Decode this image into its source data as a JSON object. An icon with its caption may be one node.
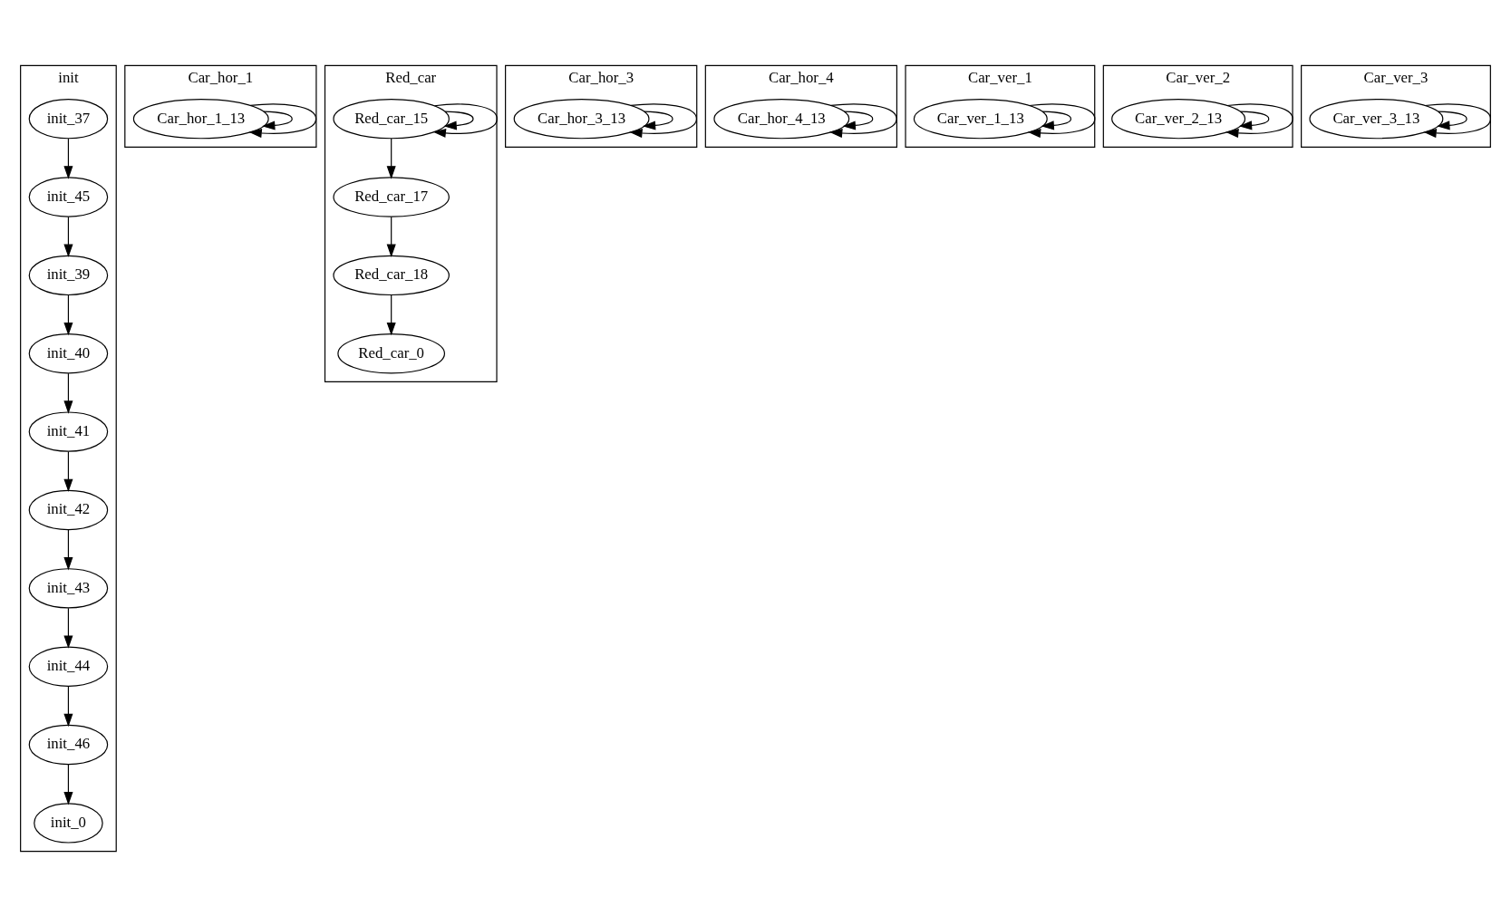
{
  "diagram": {
    "nodes": [
      {
        "text": [
          "init"
        ]
      },
      {
        "text": [
          "init_37"
        ],
        "in": 0
      },
      {
        "text": [
          "init_45"
        ],
        "in": 0
      },
      {
        "text": [
          "init_39"
        ],
        "in": 0
      },
      {
        "text": [
          "init_40"
        ],
        "in": 0
      },
      {
        "text": [
          "init_41"
        ],
        "in": 0
      },
      {
        "text": [
          "init_42"
        ],
        "in": 0
      },
      {
        "text": [
          "init_43"
        ],
        "in": 0
      },
      {
        "text": [
          "init_44"
        ],
        "in": 0
      },
      {
        "text": [
          "init_46"
        ],
        "in": 0
      },
      {
        "text": [
          "init_0"
        ],
        "in": 0
      },
      {
        "text": [
          "Car_hor_1"
        ]
      },
      {
        "text": [
          "Car_hor_1_13"
        ],
        "in": 11
      },
      {
        "text": [
          "Red_car"
        ]
      },
      {
        "text": [
          "Red_car_15"
        ],
        "in": 13
      },
      {
        "text": [
          "Red_car_17"
        ],
        "in": 13
      },
      {
        "text": [
          "Red_car_18"
        ],
        "in": 13
      },
      {
        "text": [
          "Red_car_0"
        ],
        "in": 13
      },
      {
        "text": [
          "Car_hor_3"
        ]
      },
      {
        "text": [
          "Car_hor_3_13"
        ],
        "in": 18
      },
      {
        "text": [
          "Car_hor_4"
        ]
      },
      {
        "text": [
          "Car_hor_4_13"
        ],
        "in": 20
      },
      {
        "text": [
          "Car_ver_1"
        ]
      },
      {
        "text": [
          "Car_ver_1_13"
        ],
        "in": 22
      },
      {
        "text": [
          "Car_ver_2"
        ]
      },
      {
        "text": [
          "Car_ver_2_13"
        ],
        "in": 24
      },
      {
        "text": [
          "Car_ver_3"
        ]
      },
      {
        "text": [
          "Car_ver_3_13"
        ],
        "in": 26
      }
    ],
    "edges": [
      {
        "from": 1,
        "to": 2,
        "arrow": "to"
      },
      {
        "from": 2,
        "to": 3,
        "arrow": "to"
      },
      {
        "from": 3,
        "to": 4,
        "arrow": "to"
      },
      {
        "from": 4,
        "to": 5,
        "arrow": "to"
      },
      {
        "from": 5,
        "to": 6,
        "arrow": "to"
      },
      {
        "from": 6,
        "to": 7,
        "arrow": "to"
      },
      {
        "from": 7,
        "to": 8,
        "arrow": "to"
      },
      {
        "from": 8,
        "to": 9,
        "arrow": "to"
      },
      {
        "from": 9,
        "to": 10,
        "arrow": "to"
      },
      {
        "from": 12,
        "to": 12,
        "arrow": "to"
      },
      {
        "from": 12,
        "to": 12,
        "arrow": "to"
      },
      {
        "from": 14,
        "to": 14,
        "arrow": "to"
      },
      {
        "from": 14,
        "to": 14,
        "arrow": "to"
      },
      {
        "from": 14,
        "to": 15,
        "arrow": "to"
      },
      {
        "from": 15,
        "to": 16,
        "arrow": "to"
      },
      {
        "from": 16,
        "to": 17,
        "arrow": "to"
      },
      {
        "from": 19,
        "to": 19,
        "arrow": "to"
      },
      {
        "from": 19,
        "to": 19,
        "arrow": "to"
      },
      {
        "from": 21,
        "to": 21,
        "arrow": "to"
      },
      {
        "from": 21,
        "to": 21,
        "arrow": "to"
      },
      {
        "from": 23,
        "to": 23,
        "arrow": "to"
      },
      {
        "from": 23,
        "to": 23,
        "arrow": "to"
      },
      {
        "from": 25,
        "to": 25,
        "arrow": "to"
      },
      {
        "from": 25,
        "to": 25,
        "arrow": "to"
      },
      {
        "from": 27,
        "to": 27,
        "arrow": "to"
      },
      {
        "from": 27,
        "to": 27,
        "arrow": "to"
      }
    ]
  }
}
